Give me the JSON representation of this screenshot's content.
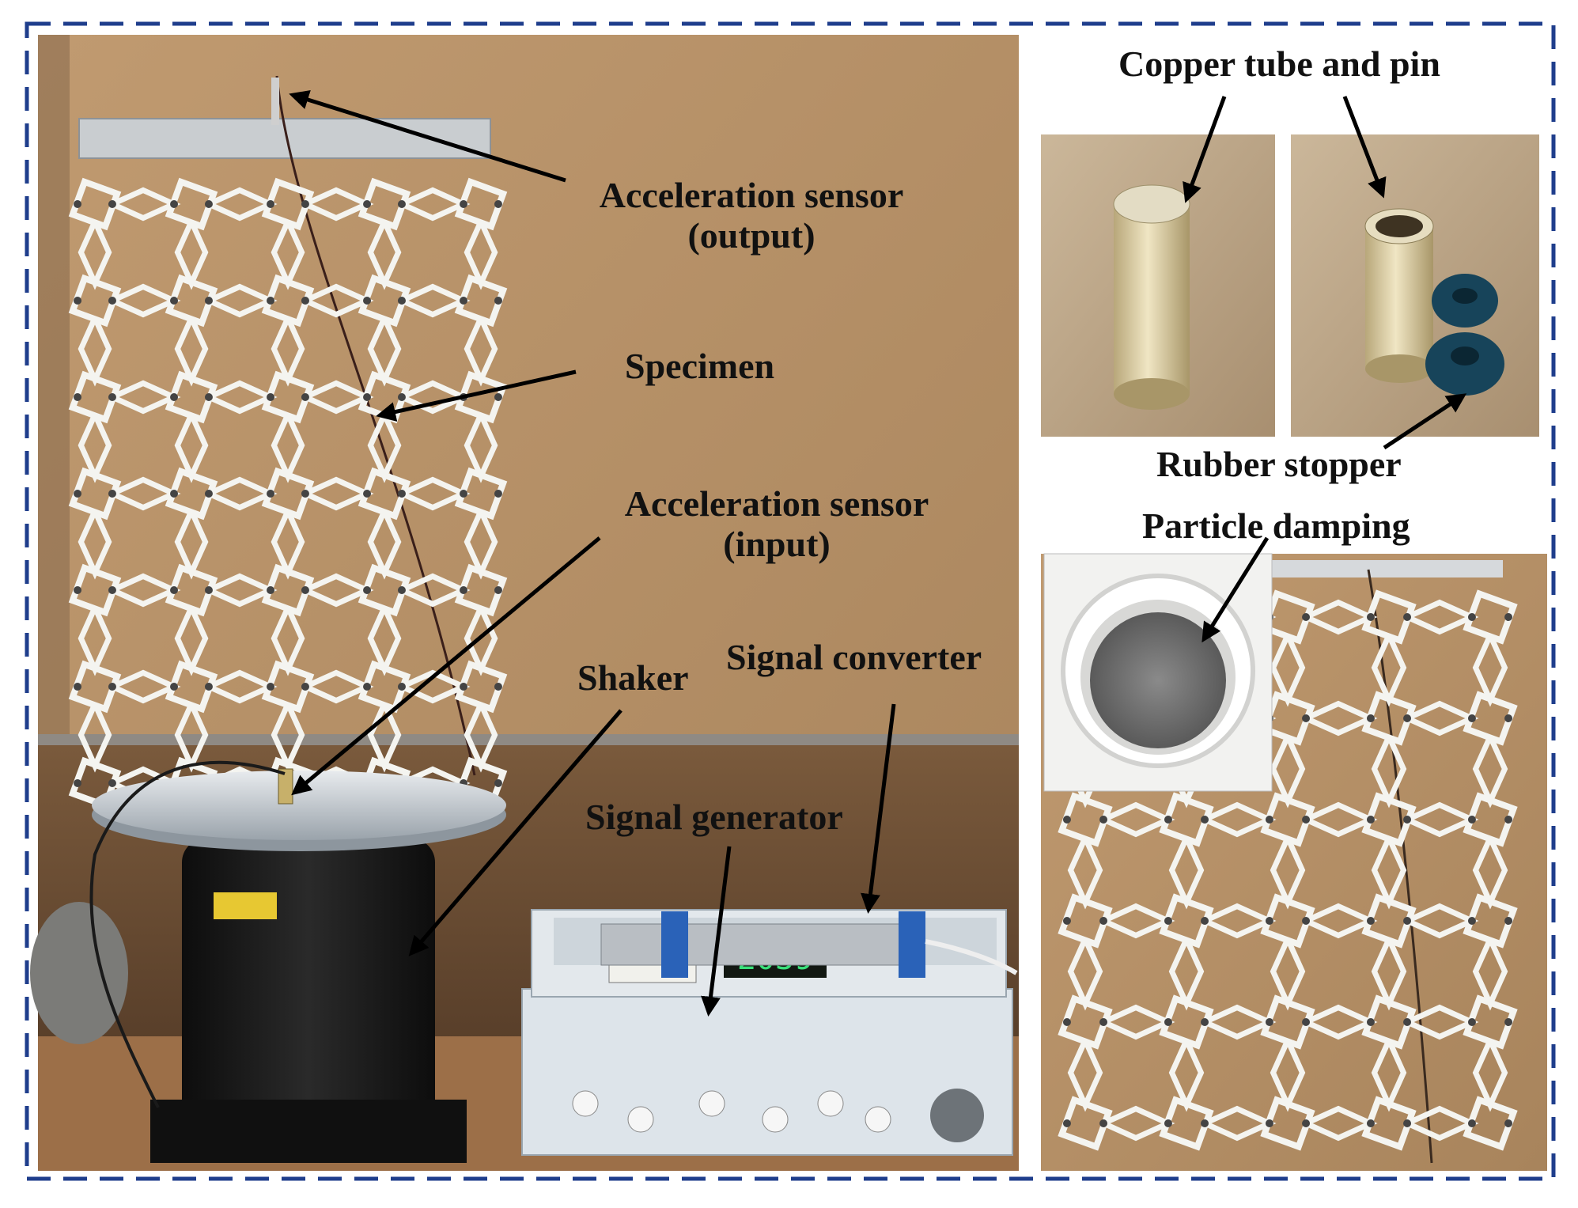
{
  "labels": {
    "accel_output_line1": "Acceleration sensor",
    "accel_output_line2": "(output)",
    "specimen": "Specimen",
    "accel_input_line1": "Acceleration sensor",
    "accel_input_line2": "(input)",
    "shaker": "Shaker",
    "signal_converter": "Signal converter",
    "signal_generator": "Signal generator",
    "copper_tube_and_pin": "Copper tube and pin",
    "rubber_stopper": "Rubber stopper",
    "particle_damping": "Particle damping"
  },
  "generator_display": "2039",
  "colors": {
    "frame_dash": "#1f3e8c",
    "wall": "#b8946a",
    "lattice": "#f4f4f0",
    "shaker_body": "#1b1b1b",
    "generator_panel": "#d9e0e6",
    "display_digits": "#39e07a",
    "converter_bracket": "#2a62b8",
    "rubber": "#17445a",
    "copper": "#d8cba0"
  }
}
